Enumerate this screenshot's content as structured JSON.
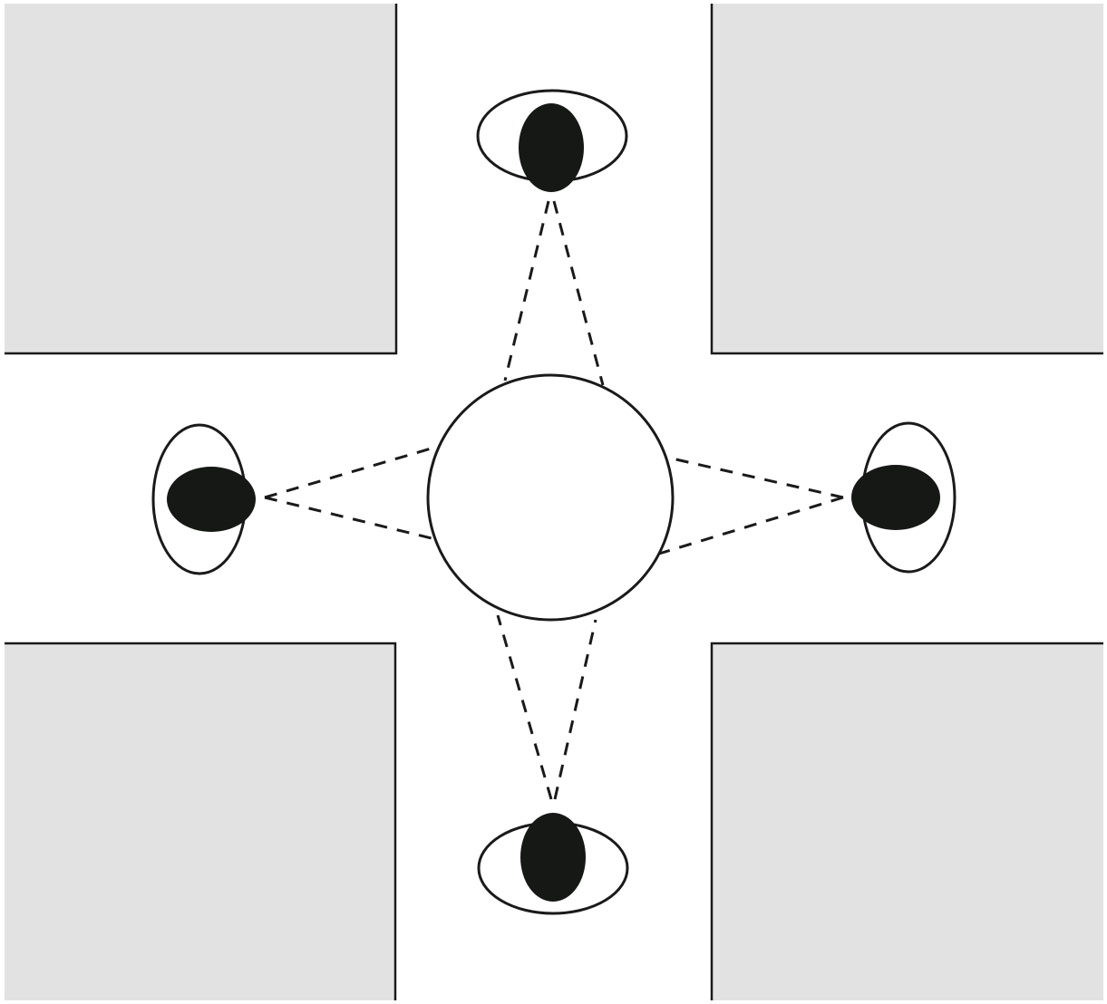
{
  "diagram": {
    "kind": "observation-intersection",
    "elements": {
      "blocks": [
        "top-left-block",
        "top-right-block",
        "bottom-left-block",
        "bottom-right-block"
      ],
      "observers": [
        "top-observer",
        "left-observer",
        "right-observer",
        "bottom-observer"
      ],
      "target": "central-object"
    },
    "icons": {
      "observer": "eye-icon"
    },
    "colors": {
      "block_fill": "#e2e2e2",
      "line": "#1a1a1a",
      "pupil": "#161816",
      "background": "#ffffff"
    }
  }
}
